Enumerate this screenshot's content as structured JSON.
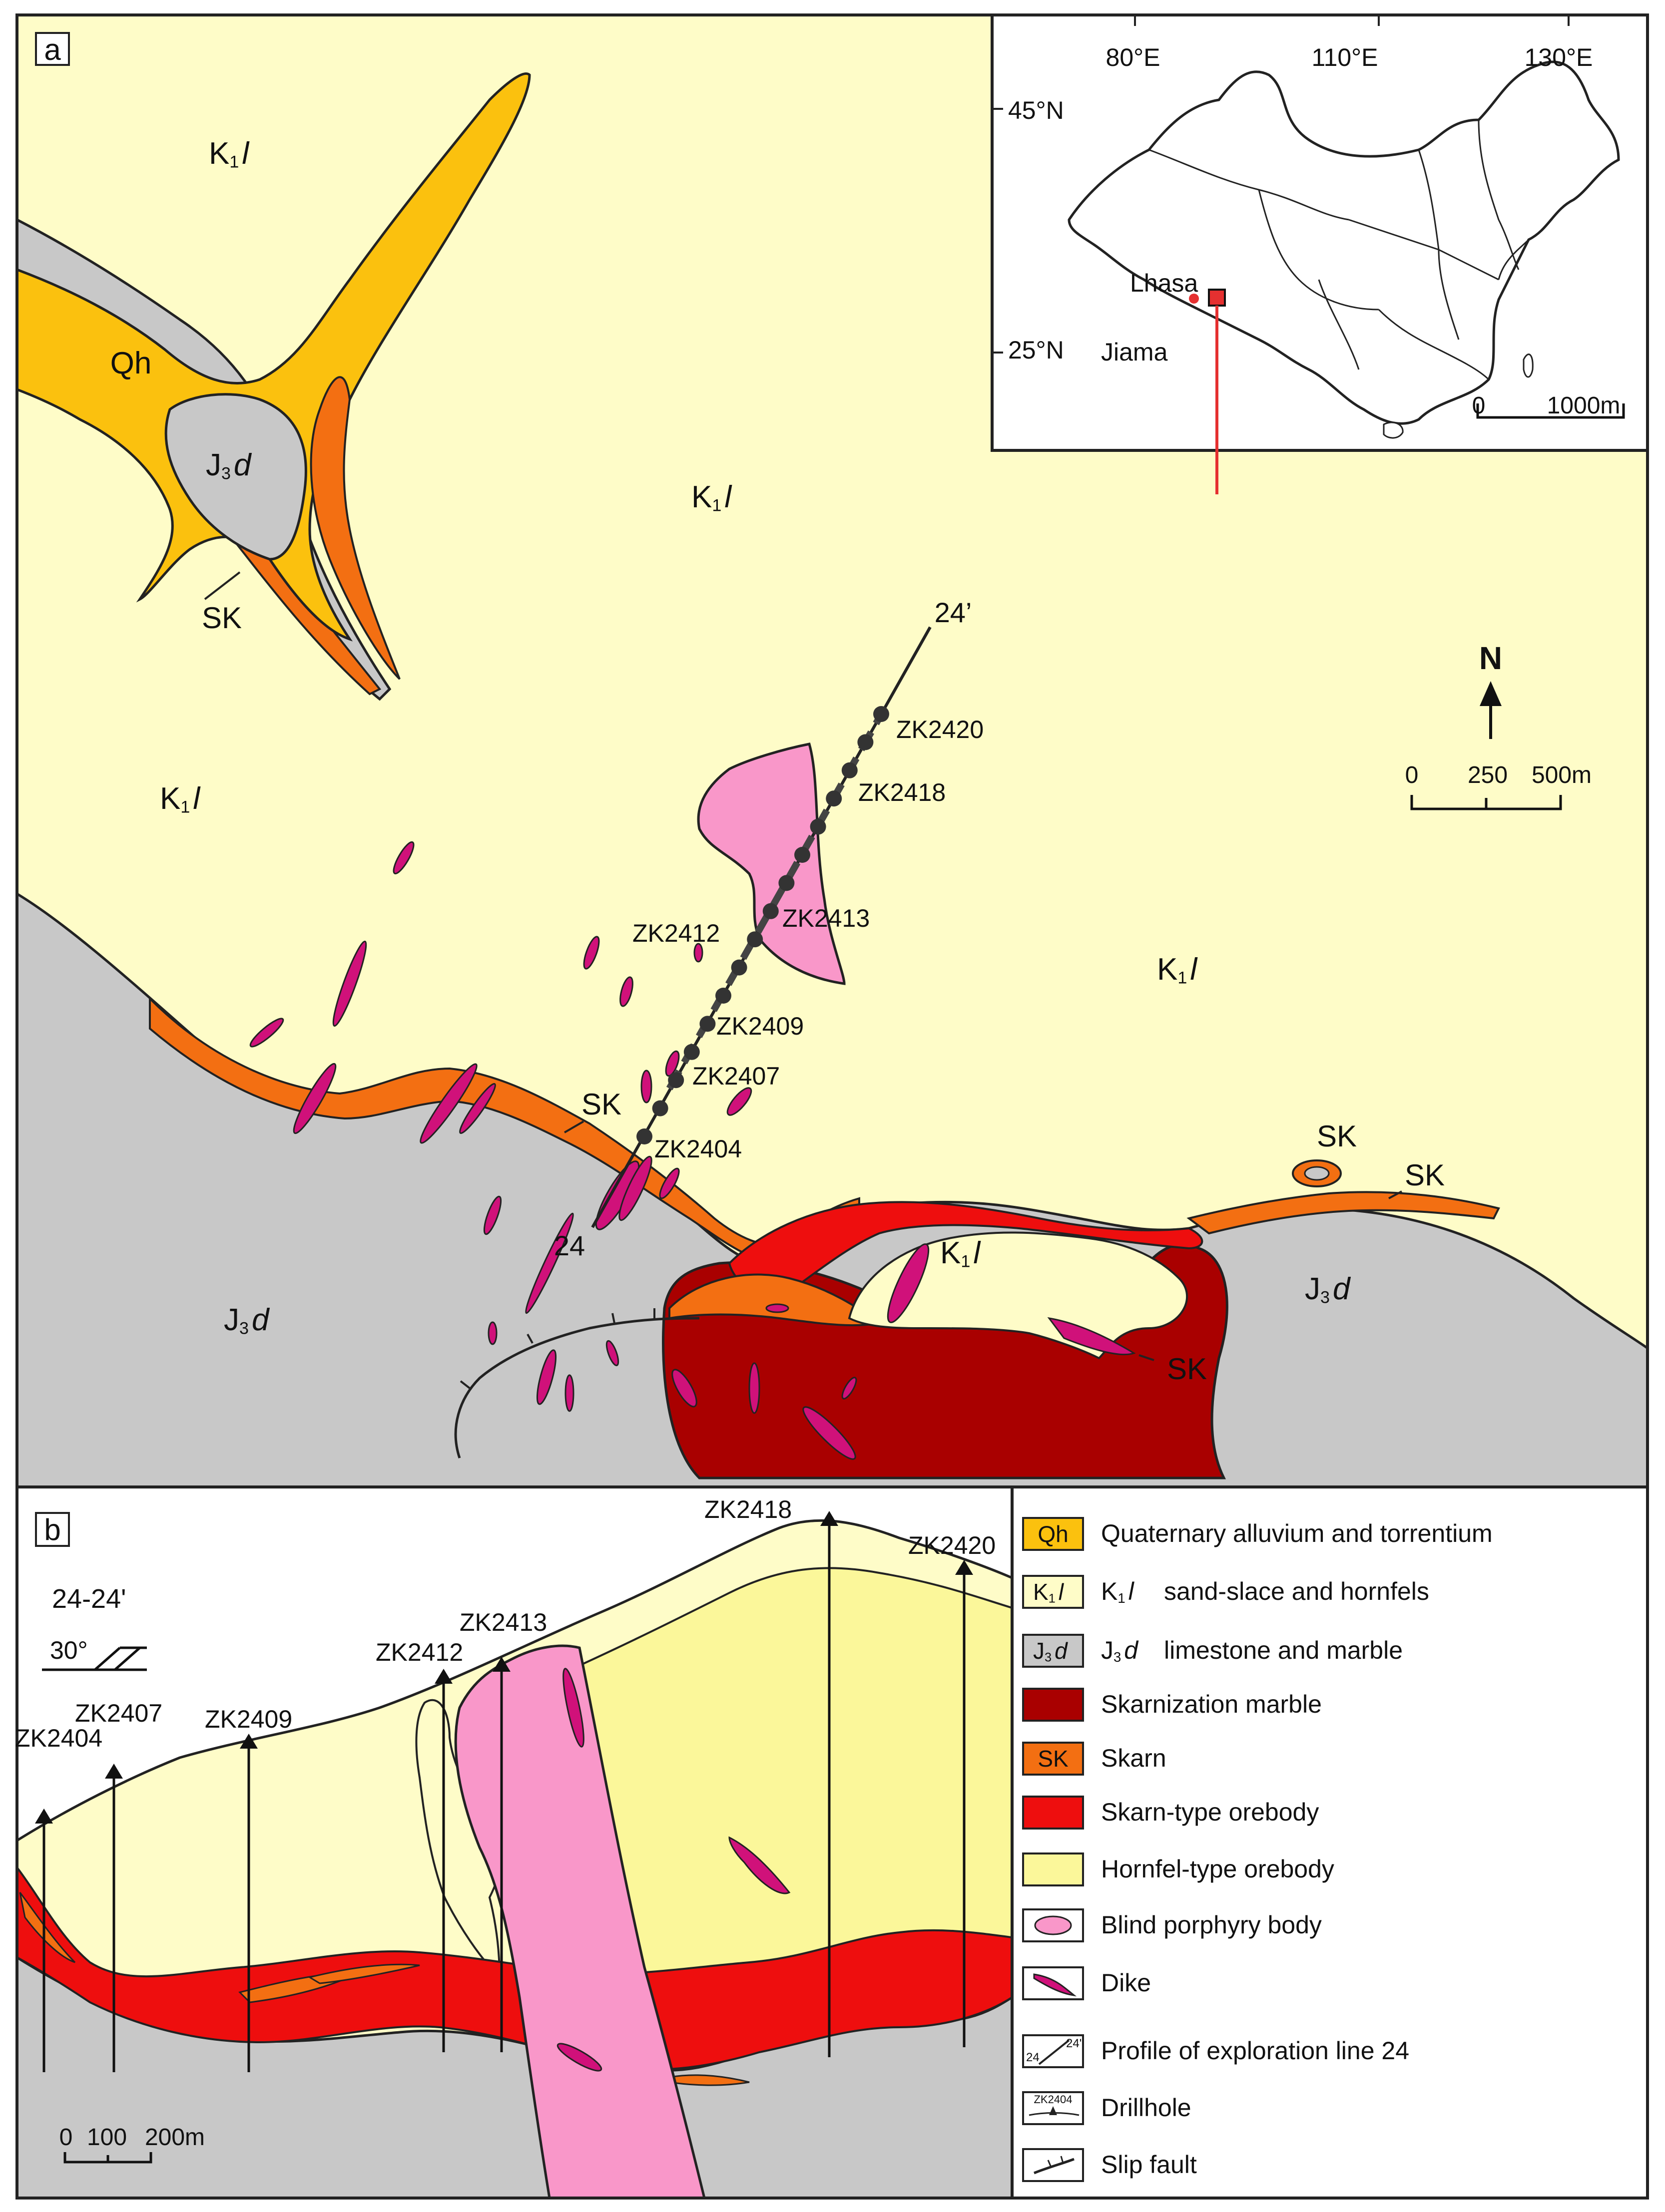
{
  "colors": {
    "qh": "#fbc10e",
    "k1l": "#fefcc8",
    "j3d": "#c8c8c8",
    "skarnization": "#a90000",
    "skarn": "#f36f12",
    "skarn_orebody": "#ee0e0e",
    "hornfel_orebody": "#fbf79a",
    "porphyry": "#f997c9",
    "dike": "#d0117a",
    "inset_marker": "#e53030"
  },
  "panel_a": {
    "label": "a",
    "units": {
      "qh": "Qh",
      "k1l_main": "K",
      "k1l_sub": "1",
      "k1l_it": "l",
      "j3d_main": "J",
      "j3d_sub": "3",
      "j3d_it": "d",
      "sk": "SK"
    },
    "profile": {
      "start": "24",
      "end": "24’"
    },
    "drillholes": [
      "ZK2420",
      "ZK2418",
      "ZK2413",
      "ZK2412",
      "ZK2409",
      "ZK2407",
      "ZK2404"
    ],
    "north": {
      "label": "N"
    },
    "scale": {
      "ticks": [
        "0",
        "250",
        "500m"
      ]
    },
    "inset": {
      "lon_labels": [
        "80°E",
        "110°E",
        "130°E"
      ],
      "lat_labels": [
        "45°N",
        "25°N"
      ],
      "places": [
        "Lhasa",
        "Jiama"
      ],
      "scale": {
        "ticks": [
          "0",
          "1000m"
        ]
      }
    }
  },
  "panel_b": {
    "label": "b",
    "profile_name": "24-24'",
    "dip": "30°",
    "drillholes": [
      "ZK2404",
      "ZK2407",
      "ZK2409",
      "ZK2412",
      "ZK2413",
      "ZK2418",
      "ZK2420"
    ],
    "scale": {
      "ticks": [
        "0",
        "100",
        "200m"
      ]
    }
  },
  "legend": {
    "items": [
      {
        "swatch": "Qh",
        "label": "Quaternary alluvium and torrentium"
      },
      {
        "swatch": "K1l",
        "label": "sand-slace and hornfels"
      },
      {
        "swatch": "J3d",
        "label": "limestone and marble"
      },
      {
        "swatch": "",
        "label": "Skarnization marble"
      },
      {
        "swatch": "SK",
        "label": "Skarn"
      },
      {
        "swatch": "",
        "label": "Skarn-type orebody"
      },
      {
        "swatch": "",
        "label": "Hornfel-type orebody"
      },
      {
        "swatch": "",
        "label": "Blind porphyry body"
      },
      {
        "swatch": "",
        "label": "Dike"
      },
      {
        "swatch": "24 / 24'",
        "label": "Profile of exploration line 24"
      },
      {
        "swatch": "ZK2404",
        "label": "Drillhole"
      },
      {
        "swatch": "",
        "label": "Slip fault"
      }
    ]
  }
}
